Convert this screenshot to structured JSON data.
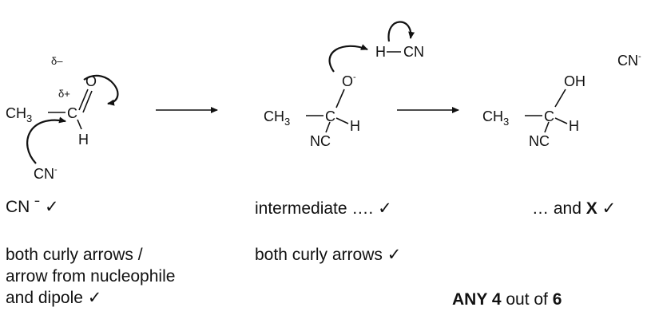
{
  "reactant": {
    "ch3": "CH",
    "ch3_sub": "3",
    "carbon": "C",
    "oxygen": "O",
    "hydrogen": "H",
    "delta_minus": "δ–",
    "delta_plus": "δ+",
    "nucleophile": "CN",
    "nucleophile_charge": "-"
  },
  "intermediate": {
    "ch3": "CH",
    "ch3_sub": "3",
    "carbon": "C",
    "oxygen": "O",
    "oxygen_charge": "-",
    "hydrogen": "H",
    "nitrile": "NC",
    "hcn_h": "H",
    "hcn_cn": "CN"
  },
  "product": {
    "ch3": "CH",
    "ch3_sub": "3",
    "carbon": "C",
    "hydroxyl": "OH",
    "hydrogen": "H",
    "nitrile": "NC"
  },
  "byproduct": {
    "label": "CN",
    "charge": "-"
  },
  "notes": {
    "cn_mark": "CN ˉ ✓",
    "intermediate_mark": "intermediate …. ✓",
    "product_prefix": "… and",
    "product_x": "X",
    "product_check": "✓",
    "arrows_line1": "both curly arrows /",
    "arrows_line2": "arrow from nucleophile",
    "arrows_line3": "and dipole ✓",
    "arrows_middle": "both curly arrows ✓",
    "any_prefix": "ANY",
    "any_count": "4",
    "any_mid": "out of",
    "any_total": "6"
  }
}
